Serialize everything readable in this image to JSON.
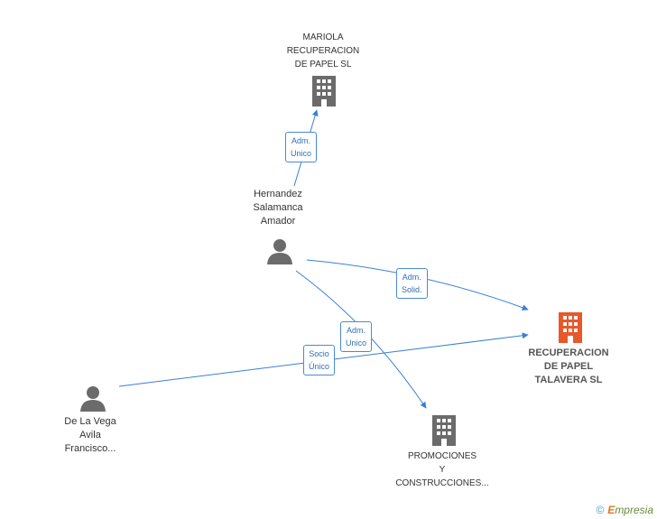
{
  "nodes": {
    "mariola": {
      "lines": [
        "MARIOLA",
        "RECUPERACION",
        "DE PAPEL SL"
      ],
      "type": "company"
    },
    "hernandez": {
      "lines": [
        "Hernandez",
        "Salamanca",
        "Amador"
      ],
      "type": "person"
    },
    "recuperacion": {
      "lines": [
        "RECUPERACION",
        "DE PAPEL",
        "TALAVERA SL"
      ],
      "type": "company-main"
    },
    "delavega": {
      "lines": [
        "De La Vega",
        "Avila",
        "Francisco..."
      ],
      "type": "person"
    },
    "promociones": {
      "lines": [
        "PROMOCIONES",
        "Y",
        "CONSTRUCCIONES..."
      ],
      "type": "company"
    }
  },
  "edges": {
    "e1": {
      "lines": [
        "Adm.",
        "Unico"
      ]
    },
    "e2": {
      "lines": [
        "Adm.",
        "Solid."
      ]
    },
    "e3": {
      "lines": [
        "Adm.",
        "Unico"
      ]
    },
    "e4": {
      "lines": [
        "Socio",
        "Único"
      ]
    }
  },
  "colors": {
    "edge": "#3a7fd5",
    "company_icon": "#6b6b6b",
    "main_icon": "#e8582a",
    "person_icon": "#6b6b6b"
  },
  "footer": {
    "copyright": "©",
    "brand_initial": "E",
    "brand_rest": "mpresia"
  }
}
